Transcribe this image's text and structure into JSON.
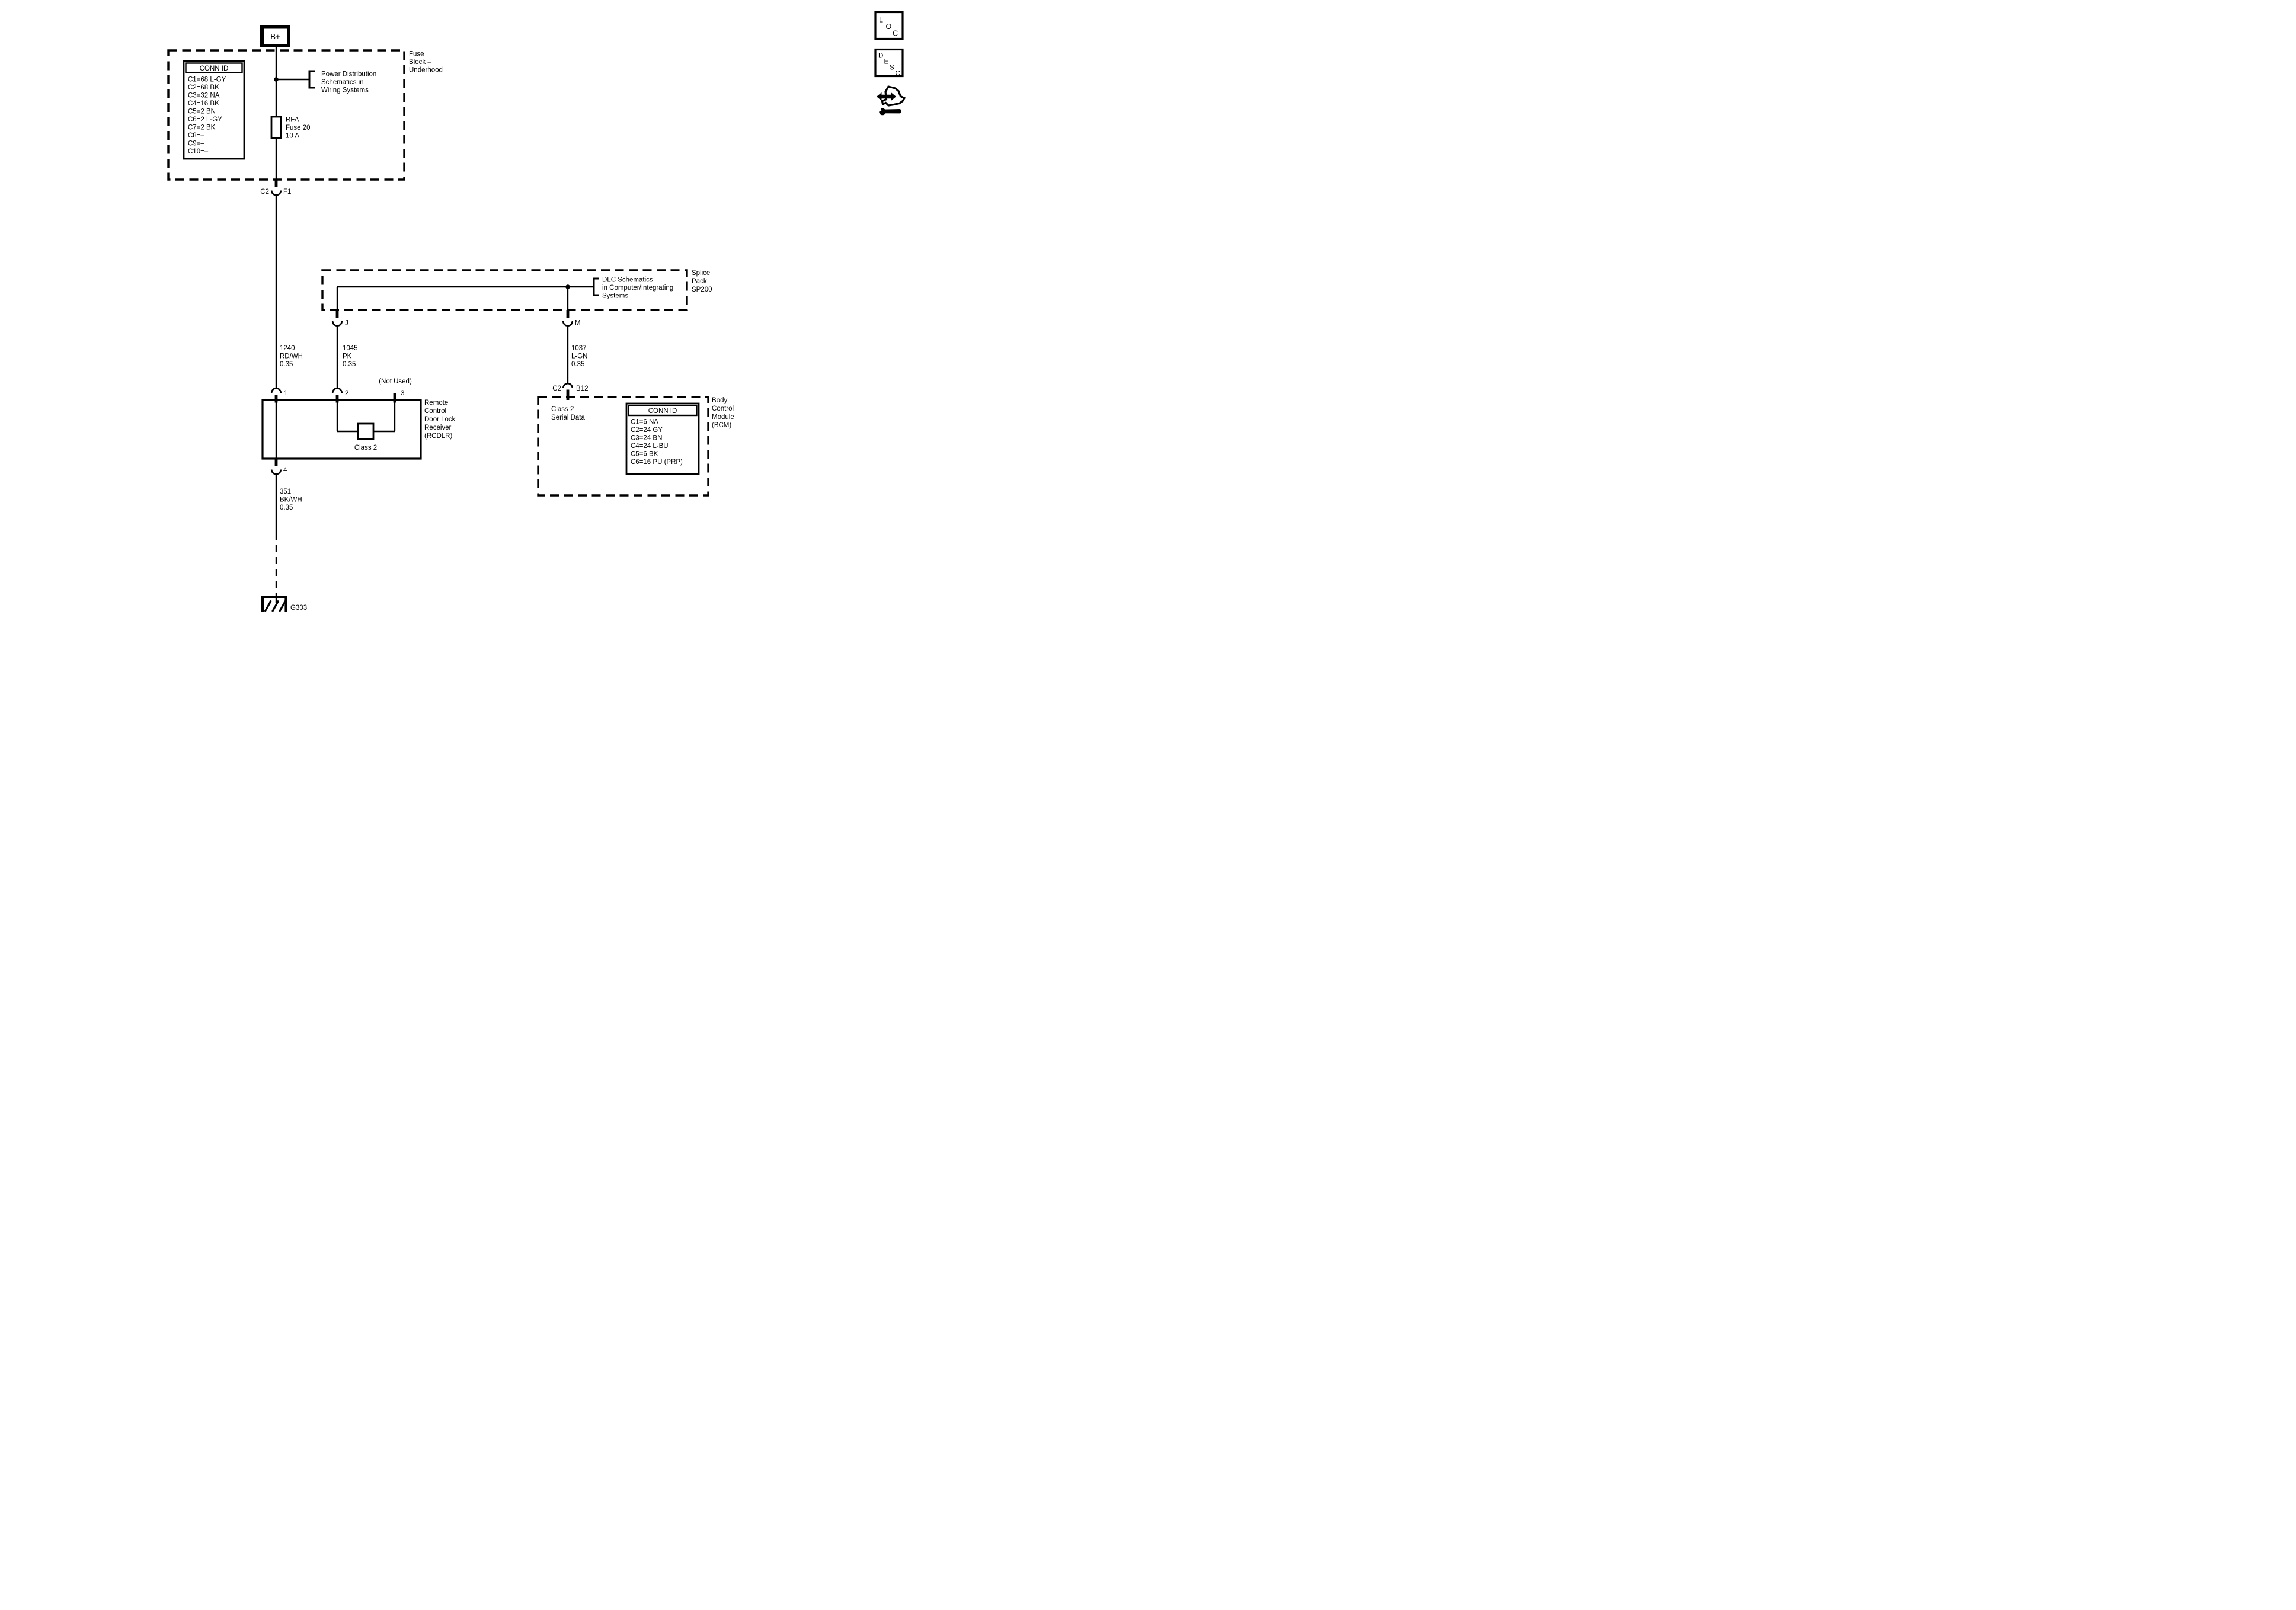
{
  "colors": {
    "ink": "#000000",
    "paper": "#ffffff"
  },
  "icons": {
    "loc": "LOC",
    "desc": "DESC"
  },
  "power_circuit": {
    "battery": "B+",
    "fuse_block": {
      "name_lines": [
        "Fuse",
        "Block –",
        "Underhood"
      ],
      "conn_id": {
        "title": "CONN ID",
        "rows": [
          "C1=68 L-GY",
          "C2=68 BK",
          "C3=32 NA",
          "C4=16 BK",
          "C5=2 BN",
          "C6=2 L-GY",
          "C7=2 BK",
          "C8=–",
          "C9=–",
          "C10=–"
        ]
      },
      "fuse": {
        "line1": "RFA",
        "line2": "Fuse 20",
        "line3": "10 A"
      },
      "reference_lines": [
        "Power Distribution",
        "Schematics in",
        "Wiring  Systems"
      ],
      "connector": {
        "left": "C2",
        "right": "F1"
      }
    }
  },
  "wires": {
    "w1240": {
      "lines": [
        "1240",
        "RD/WH",
        "0.35"
      ]
    },
    "w1045": {
      "lines": [
        "1045",
        "PK",
        "0.35"
      ]
    },
    "w1037": {
      "lines": [
        "1037",
        "L-GN",
        "0.35"
      ]
    },
    "w351": {
      "lines": [
        "351",
        "BK/WH",
        "0.35"
      ]
    }
  },
  "splice_pack": {
    "name_lines": [
      "Splice",
      "Pack",
      "SP200"
    ],
    "reference_lines": [
      "DLC Schematics",
      "in Computer/Integrating",
      "Systems"
    ],
    "pin_j": "J",
    "pin_m": "M"
  },
  "rcdlr": {
    "name_lines": [
      "Remote",
      "Control",
      "Door Lock",
      "Receiver",
      "(RCDLR)"
    ],
    "pin1": "1",
    "pin2": "2",
    "pin3": "3",
    "pin4": "4",
    "not_used": "(Not Used)",
    "component": "Class 2"
  },
  "bcm": {
    "name_lines": [
      "Body",
      "Control",
      "Module",
      "(BCM)"
    ],
    "connector": {
      "left": "C2",
      "right": "B12"
    },
    "signal_lines": [
      "Class 2",
      "Serial Data"
    ],
    "conn_id": {
      "title": "CONN ID",
      "rows": [
        "C1=6 NA",
        "C2=24 GY",
        "C3=24 BN",
        "C4=24 L-BU",
        "C5=6 BK",
        "C6=16 PU (PRP)"
      ]
    }
  },
  "ground": {
    "label": "G303"
  }
}
